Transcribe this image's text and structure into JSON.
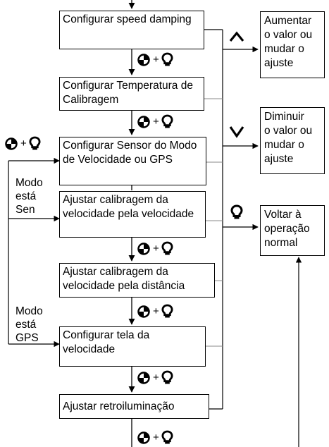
{
  "flow_steps": [
    "Configurar speed damping",
    "Configurar Temperatura de Calibragem",
    "Configurar Sensor do Modo de Velocidade ou GPS",
    "Ajustar calibragem da velocidade pela velocidade",
    "Ajustar calibragem da velocidade pela distância",
    "Configurar tela da velocidade",
    "Ajustar retroiluminação"
  ],
  "branch_labels": {
    "sensor_mode": "Modo\nestá\nSen",
    "gps_mode": "Modo\nestá\nGPS"
  },
  "actions": {
    "up": {
      "icon": "chevron-up-icon",
      "text": "Aumentar\no valor ou\nmudar o\najuste"
    },
    "down": {
      "icon": "chevron-down-icon",
      "text": "Diminuir\no valor ou\nmudar o\najuste"
    },
    "back": {
      "icon": "bulb-icon",
      "text": "Voltar à\noperação\nnormal"
    }
  },
  "button_combo": {
    "first_icon": "dial-icon",
    "operator": "+",
    "second_icon": "bulb-icon"
  }
}
